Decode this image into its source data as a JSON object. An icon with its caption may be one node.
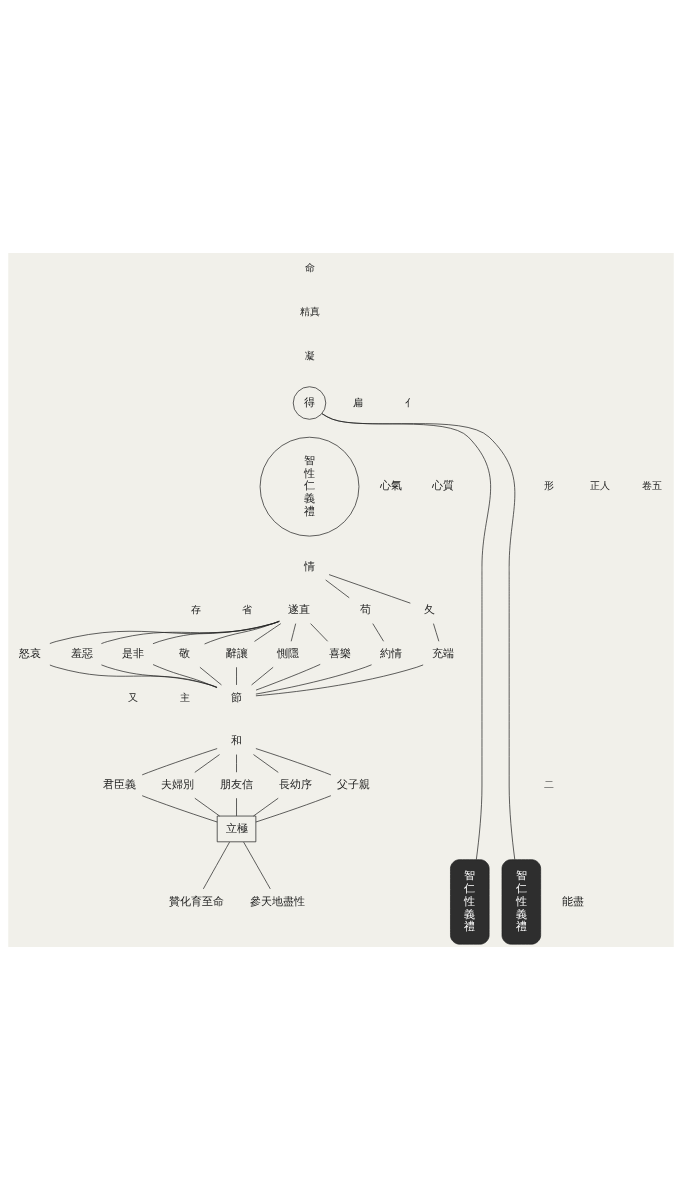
{
  "diagram": {
    "nodes": [
      {
        "text": [
          "得"
        ]
      },
      {
        "text": [
          "智",
          "性",
          "仁",
          "義",
          "禮"
        ],
        "beside": [
          "心質",
          "心氣"
        ]
      },
      {
        "text": [
          "情"
        ]
      },
      {
        "text": [
          "遂直"
        ]
      },
      {
        "text": [
          "苟"
        ]
      },
      {
        "text": [
          "夂"
        ]
      },
      {
        "text": [
          "怒哀"
        ]
      },
      {
        "text": [
          "羞惡"
        ]
      },
      {
        "text": [
          "是非"
        ]
      },
      {
        "text": [
          "敬"
        ]
      },
      {
        "text": [
          "辭讓"
        ]
      },
      {
        "text": [
          "惻隱"
        ]
      },
      {
        "text": [
          "喜樂"
        ]
      },
      {
        "text": [
          "約情"
        ]
      },
      {
        "text": [
          "充端"
        ]
      },
      {
        "text": [
          "節"
        ]
      },
      {
        "text": [
          "和"
        ]
      },
      {
        "text": [
          "君臣義"
        ]
      },
      {
        "text": [
          "夫婦別"
        ]
      },
      {
        "text": [
          "朋友信"
        ]
      },
      {
        "text": [
          "長幼序"
        ]
      },
      {
        "text": [
          "父子親"
        ]
      },
      {
        "text": [
          "立極"
        ]
      },
      {
        "text": [
          "贊化育至命"
        ]
      },
      {
        "text": [
          "參天地盡性"
        ]
      },
      {
        "text": [
          "智",
          "仁",
          "性",
          "義",
          "禮"
        ]
      },
      {
        "text": [
          "智",
          "仁",
          "性",
          "義",
          "禮"
        ],
        "beside": [
          "能盡"
        ]
      }
    ],
    "edges": [
      {
        "from": 0,
        "to": 25,
        "arrow": "none"
      },
      {
        "from": 0,
        "to": 26,
        "arrow": "none"
      },
      {
        "from": 2,
        "to": 4,
        "arrow": "none"
      },
      {
        "from": 2,
        "to": 5,
        "arrow": "none"
      },
      {
        "from": 3,
        "to": 6,
        "arrow": "none"
      },
      {
        "from": 3,
        "to": 7,
        "arrow": "none"
      },
      {
        "from": 3,
        "to": 8,
        "arrow": "none"
      },
      {
        "from": 3,
        "to": 9,
        "arrow": "none"
      },
      {
        "from": 3,
        "to": 10,
        "arrow": "none"
      },
      {
        "from": 3,
        "to": 11,
        "arrow": "none"
      },
      {
        "from": 3,
        "to": 12,
        "arrow": "none"
      },
      {
        "from": 4,
        "to": 13,
        "arrow": "none"
      },
      {
        "from": 5,
        "to": 14,
        "arrow": "none"
      },
      {
        "from": 6,
        "to": 15,
        "arrow": "none"
      },
      {
        "from": 7,
        "to": 15,
        "arrow": "none"
      },
      {
        "from": 8,
        "to": 15,
        "arrow": "none"
      },
      {
        "from": 9,
        "to": 15,
        "arrow": "none"
      },
      {
        "from": 10,
        "to": 15,
        "arrow": "none"
      },
      {
        "from": 11,
        "to": 15,
        "arrow": "none"
      },
      {
        "from": 12,
        "to": 15,
        "arrow": "none"
      },
      {
        "from": 13,
        "to": 15,
        "arrow": "none"
      },
      {
        "from": 14,
        "to": 15,
        "arrow": "none"
      },
      {
        "from": 16,
        "to": 17,
        "arrow": "none"
      },
      {
        "from": 16,
        "to": 18,
        "arrow": "none"
      },
      {
        "from": 16,
        "to": 19,
        "arrow": "none"
      },
      {
        "from": 16,
        "to": 20,
        "arrow": "none"
      },
      {
        "from": 16,
        "to": 21,
        "arrow": "none"
      },
      {
        "from": 17,
        "to": 22,
        "arrow": "none"
      },
      {
        "from": 18,
        "to": 22,
        "arrow": "none"
      },
      {
        "from": 19,
        "to": 22,
        "arrow": "none"
      },
      {
        "from": 20,
        "to": 22,
        "arrow": "none"
      },
      {
        "from": 21,
        "to": 22,
        "arrow": "none"
      },
      {
        "from": 22,
        "to": 23,
        "arrow": "none"
      },
      {
        "from": 22,
        "to": 24,
        "arrow": "none"
      }
    ],
    "labels": [
      "命",
      "精真",
      "凝",
      "亻",
      "扁",
      "形",
      "正人",
      "省",
      "存",
      "主",
      "又",
      "卷五",
      "二"
    ]
  }
}
